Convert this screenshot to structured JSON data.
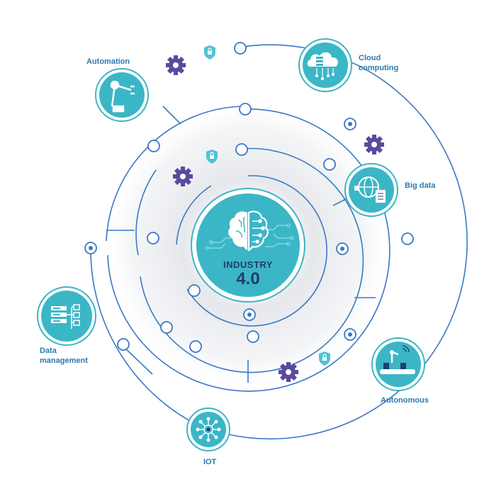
{
  "center": {
    "title": "INDUSTRY",
    "subtitle": "4.0"
  },
  "nodes": [
    {
      "label": "Automation",
      "icon": "robot-arm-icon"
    },
    {
      "label": "Cloud computing",
      "line1": "Cloud",
      "line2": "computing",
      "icon": "cloud-server-icon"
    },
    {
      "label": "Big data",
      "icon": "globe-document-icon"
    },
    {
      "label": "Data management",
      "line1": "Data",
      "line2": "management",
      "icon": "server-network-icon"
    },
    {
      "label": "Autonomous",
      "icon": "conveyor-robot-icon"
    },
    {
      "label": "IOT",
      "icon": "iot-hub-icon"
    }
  ],
  "colors": {
    "line": "#3b78c4",
    "teal": "#3bb6c6",
    "teal_dark": "#2a9fb2",
    "gear": "#5b4a9e",
    "shield": "#4fc3d4",
    "label": "#2d79b0",
    "center_text": "#1f3c73"
  }
}
